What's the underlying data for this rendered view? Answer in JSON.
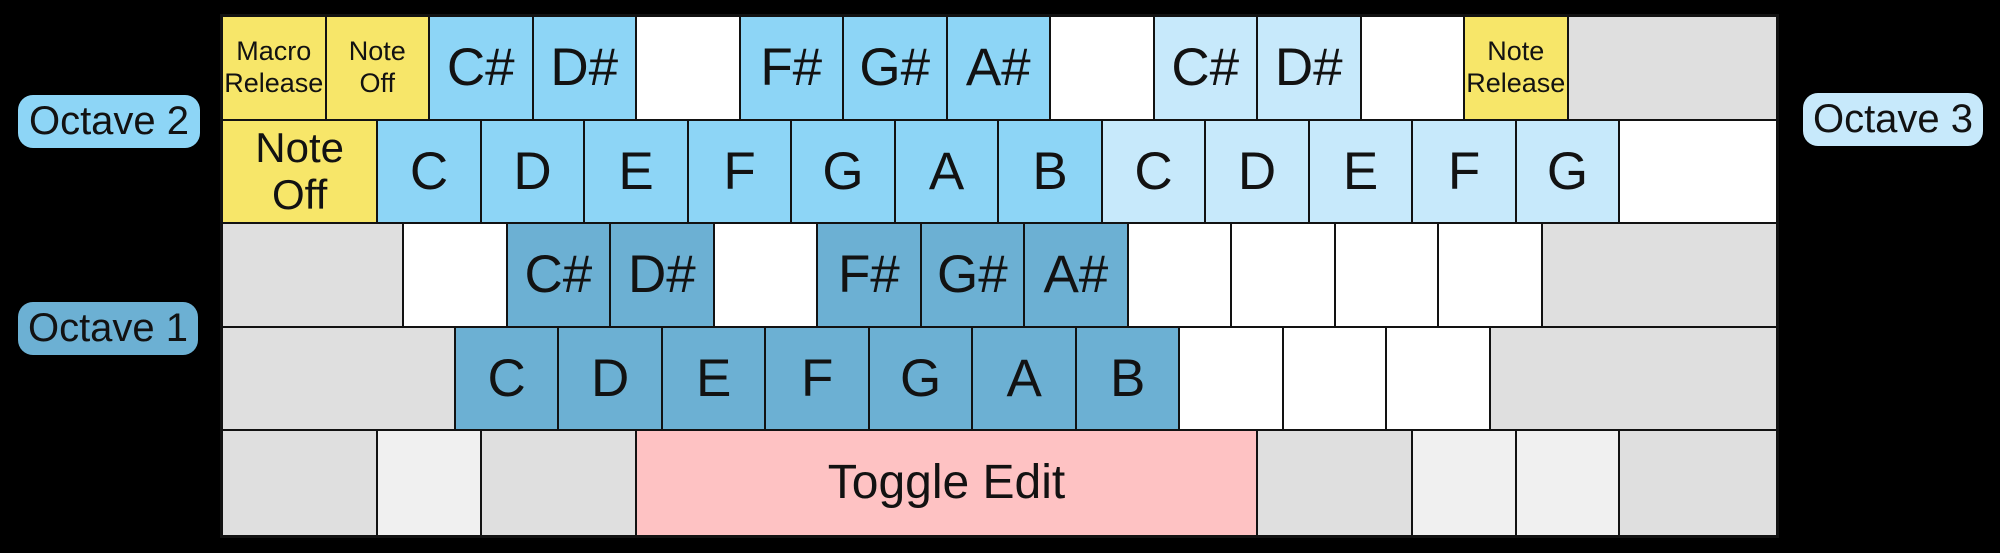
{
  "colors": {
    "background": "#000000",
    "border": "#121212",
    "text": "#121212",
    "octave1": "#6cb0d3",
    "octave2": "#8dd5f6",
    "octave3": "#c7e9fb",
    "yellow": "#f7e669",
    "pink": "#fec2c3",
    "gray": "#dfdfdf",
    "gray_light": "#f0f0f0",
    "white": "#ffffff"
  },
  "labels": {
    "octave1": "Octave 1",
    "octave2": "Octave 2",
    "octave3": "Octave 3"
  },
  "keyboard": {
    "rows": [
      {
        "keys": [
          {
            "label": "Macro\nRelease",
            "color": "yellow",
            "w": 1,
            "font": "xs"
          },
          {
            "label": "Note\nOff",
            "color": "yellow",
            "w": 1,
            "font": "xs"
          },
          {
            "label": "C#",
            "color": "octave2",
            "w": 1
          },
          {
            "label": "D#",
            "color": "octave2",
            "w": 1
          },
          {
            "label": "",
            "color": "white",
            "w": 1
          },
          {
            "label": "F#",
            "color": "octave2",
            "w": 1
          },
          {
            "label": "G#",
            "color": "octave2",
            "w": 1
          },
          {
            "label": "A#",
            "color": "octave2",
            "w": 1
          },
          {
            "label": "",
            "color": "white",
            "w": 1
          },
          {
            "label": "C#",
            "color": "octave3",
            "w": 1
          },
          {
            "label": "D#",
            "color": "octave3",
            "w": 1
          },
          {
            "label": "",
            "color": "white",
            "w": 1
          },
          {
            "label": "Note\nRelease",
            "color": "yellow",
            "w": 1,
            "font": "xs"
          },
          {
            "label": "",
            "color": "gray",
            "w": 2
          }
        ]
      },
      {
        "keys": [
          {
            "label": "Note\nOff",
            "color": "yellow",
            "w": 1.5,
            "font": "md"
          },
          {
            "label": "C",
            "color": "octave2",
            "w": 1
          },
          {
            "label": "D",
            "color": "octave2",
            "w": 1
          },
          {
            "label": "E",
            "color": "octave2",
            "w": 1
          },
          {
            "label": "F",
            "color": "octave2",
            "w": 1
          },
          {
            "label": "G",
            "color": "octave2",
            "w": 1
          },
          {
            "label": "A",
            "color": "octave2",
            "w": 1
          },
          {
            "label": "B",
            "color": "octave2",
            "w": 1
          },
          {
            "label": "C",
            "color": "octave3",
            "w": 1
          },
          {
            "label": "D",
            "color": "octave3",
            "w": 1
          },
          {
            "label": "E",
            "color": "octave3",
            "w": 1
          },
          {
            "label": "F",
            "color": "octave3",
            "w": 1
          },
          {
            "label": "G",
            "color": "octave3",
            "w": 1
          },
          {
            "label": "",
            "color": "white",
            "w": 1.5
          }
        ]
      },
      {
        "keys": [
          {
            "label": "",
            "color": "gray",
            "w": 1.75
          },
          {
            "label": "",
            "color": "white",
            "w": 1
          },
          {
            "label": "C#",
            "color": "octave1",
            "w": 1
          },
          {
            "label": "D#",
            "color": "octave1",
            "w": 1
          },
          {
            "label": "",
            "color": "white",
            "w": 1
          },
          {
            "label": "F#",
            "color": "octave1",
            "w": 1
          },
          {
            "label": "G#",
            "color": "octave1",
            "w": 1
          },
          {
            "label": "A#",
            "color": "octave1",
            "w": 1
          },
          {
            "label": "",
            "color": "white",
            "w": 1
          },
          {
            "label": "",
            "color": "white",
            "w": 1
          },
          {
            "label": "",
            "color": "white",
            "w": 1
          },
          {
            "label": "",
            "color": "white",
            "w": 1
          },
          {
            "label": "",
            "color": "gray",
            "w": 2.25
          }
        ]
      },
      {
        "keys": [
          {
            "label": "",
            "color": "gray",
            "w": 2.25
          },
          {
            "label": "C",
            "color": "octave1",
            "w": 1
          },
          {
            "label": "D",
            "color": "octave1",
            "w": 1
          },
          {
            "label": "E",
            "color": "octave1",
            "w": 1
          },
          {
            "label": "F",
            "color": "octave1",
            "w": 1
          },
          {
            "label": "G",
            "color": "octave1",
            "w": 1
          },
          {
            "label": "A",
            "color": "octave1",
            "w": 1
          },
          {
            "label": "B",
            "color": "octave1",
            "w": 1
          },
          {
            "label": "",
            "color": "white",
            "w": 1
          },
          {
            "label": "",
            "color": "white",
            "w": 1
          },
          {
            "label": "",
            "color": "white",
            "w": 1
          },
          {
            "label": "",
            "color": "gray",
            "w": 2.75
          }
        ]
      },
      {
        "keys": [
          {
            "label": "",
            "color": "gray",
            "w": 1.5
          },
          {
            "label": "",
            "color": "gray_light",
            "w": 1
          },
          {
            "label": "",
            "color": "gray",
            "w": 1.5
          },
          {
            "label": "Toggle Edit",
            "color": "pink",
            "w": 6,
            "font": "md2"
          },
          {
            "label": "",
            "color": "gray",
            "w": 1.5
          },
          {
            "label": "",
            "color": "gray_light",
            "w": 1
          },
          {
            "label": "",
            "color": "gray_light",
            "w": 1
          },
          {
            "label": "",
            "color": "gray",
            "w": 1.5
          }
        ]
      }
    ]
  }
}
